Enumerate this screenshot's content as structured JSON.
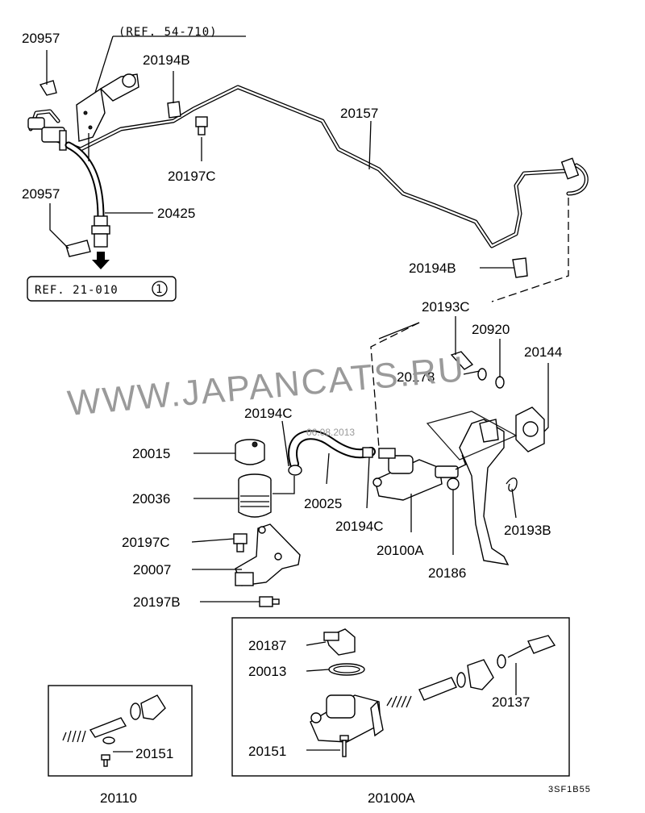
{
  "diagram": {
    "watermark": "WWW.JAPANCATS.RU",
    "watermark_date": "06.08.2013",
    "drawing_code": "3SF1B55",
    "refs": {
      "ref_top": "(REF. 54-710)",
      "ref_left_text": "REF. 21-010",
      "ref_left_num": "1"
    },
    "parts": {
      "p20957_top": "20957",
      "p20194B_top": "20194B",
      "p20157": "20157",
      "p20197C_top": "20197C",
      "p20957_mid": "20957",
      "p20425": "20425",
      "p20194B_mid": "20194B",
      "p20193C": "20193C",
      "p20920": "20920",
      "p20144": "20144",
      "p20178": "20178",
      "p20194C_top": "20194C",
      "p20015": "20015",
      "p20036": "20036",
      "p20025": "20025",
      "p20194C_bot": "20194C",
      "p20193B": "20193B",
      "p20197C_bot": "20197C",
      "p20100A_mid": "20100A",
      "p20007": "20007",
      "p20186": "20186",
      "p20197B": "20197B",
      "p20187": "20187",
      "p20013": "20013",
      "p20137": "20137",
      "p20151_left": "20151",
      "p20151_right": "20151",
      "p20110": "20110",
      "p20100A_bot": "20100A"
    }
  }
}
